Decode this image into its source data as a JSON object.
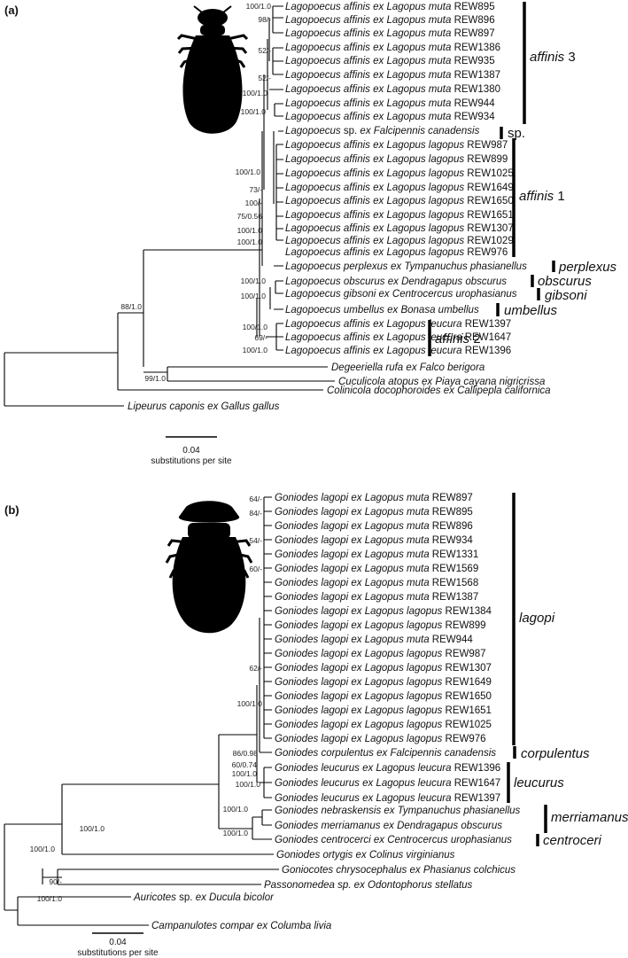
{
  "panel_a": {
    "label": "(a)",
    "scale_value": "0.04",
    "scale_caption": "substitutions per site",
    "leaves": [
      {
        "genus": "Lagopoecus",
        "epithet": "affinis",
        "ex": "ex",
        "host": "Lagopus muta",
        "code": "REW895"
      },
      {
        "genus": "Lagopoecus",
        "epithet": "affinis",
        "ex": "ex",
        "host": "Lagopus muta",
        "code": "REW896"
      },
      {
        "genus": "Lagopoecus",
        "epithet": "affinis",
        "ex": "ex",
        "host": "Lagopus muta",
        "code": "REW897"
      },
      {
        "genus": "Lagopoecus",
        "epithet": "affinis",
        "ex": "ex",
        "host": "Lagopus muta",
        "code": "REW1386"
      },
      {
        "genus": "Lagopoecus",
        "epithet": "affinis",
        "ex": "ex",
        "host": "Lagopus muta",
        "code": "REW935"
      },
      {
        "genus": "Lagopoecus",
        "epithet": "affinis",
        "ex": "ex",
        "host": "Lagopus muta",
        "code": "REW1387"
      },
      {
        "genus": "Lagopoecus",
        "epithet": "affinis",
        "ex": "ex",
        "host": "Lagopus muta",
        "code": "REW1380"
      },
      {
        "genus": "Lagopoecus",
        "epithet": "affinis",
        "ex": "ex",
        "host": "Lagopus muta",
        "code": "REW944"
      },
      {
        "genus": "Lagopoecus",
        "epithet": "affinis",
        "ex": "ex",
        "host": "Lagopus muta",
        "code": "REW934"
      },
      {
        "genus": "Lagopoecus",
        "epithet": "sp.",
        "ex": "ex",
        "host": "Falcipennis canadensis",
        "code": ""
      },
      {
        "genus": "Lagopoecus",
        "epithet": "affinis",
        "ex": "ex",
        "host": "Lagopus lagopus",
        "code": "REW987"
      },
      {
        "genus": "Lagopoecus",
        "epithet": "affinis",
        "ex": "ex",
        "host": "Lagopus lagopus",
        "code": "REW899"
      },
      {
        "genus": "Lagopoecus",
        "epithet": "affinis",
        "ex": "ex",
        "host": "Lagopus lagopus",
        "code": "REW1025"
      },
      {
        "genus": "Lagopoecus",
        "epithet": "affinis",
        "ex": "ex",
        "host": "Lagopus lagopus",
        "code": "REW1649"
      },
      {
        "genus": "Lagopoecus",
        "epithet": "affinis",
        "ex": "ex",
        "host": "Lagopus lagopus",
        "code": "REW1650"
      },
      {
        "genus": "Lagopoecus",
        "epithet": "affinis",
        "ex": "ex",
        "host": "Lagopus lagopus",
        "code": "REW1651"
      },
      {
        "genus": "Lagopoecus",
        "epithet": "affinis",
        "ex": "ex",
        "host": "Lagopus lagopus",
        "code": "REW1307"
      },
      {
        "genus": "Lagopoecus",
        "epithet": "affinis",
        "ex": "ex",
        "host": "Lagopus lagopus",
        "code": "REW1029"
      },
      {
        "genus": "Lagopoecus",
        "epithet": "affinis",
        "ex": "ex",
        "host": "Lagopus lagopus",
        "code": "REW976"
      },
      {
        "genus": "Lagopoecus",
        "epithet": "perplexus",
        "ex": "ex",
        "host": "Tympanuchus phasianellus",
        "code": ""
      },
      {
        "genus": "Lagopoecus",
        "epithet": "obscurus",
        "ex": "ex",
        "host": "Dendragapus obscurus",
        "code": ""
      },
      {
        "genus": "Lagopoecus",
        "epithet": "gibsoni",
        "ex": "ex",
        "host": "Centrocercus urophasianus",
        "code": ""
      },
      {
        "genus": "Lagopoecus",
        "epithet": "umbellus",
        "ex": "ex",
        "host": "Bonasa umbellus",
        "code": ""
      },
      {
        "genus": "Lagopoecus",
        "epithet": "affinis",
        "ex": "ex",
        "host": "Lagopus leucura",
        "code": "REW1397"
      },
      {
        "genus": "Lagopoecus",
        "epithet": "affinis",
        "ex": "ex",
        "host": "Lagopus leucura",
        "code": "REW1647"
      },
      {
        "genus": "Lagopoecus",
        "epithet": "affinis",
        "ex": "ex",
        "host": "Lagopus leucura",
        "code": "REW1396"
      },
      {
        "genus": "Degeeriella",
        "epithet": "rufa",
        "ex": "ex",
        "host": "Falco berigora",
        "code": ""
      },
      {
        "genus": "Cuculicola",
        "epithet": "atopus",
        "ex": "ex",
        "host": "Piaya cayana nigricrissa",
        "code": ""
      },
      {
        "genus": "Colinicola",
        "epithet": "docophoroides",
        "ex": "ex",
        "host": "Callipepla californica",
        "code": ""
      },
      {
        "genus": "Lipeurus",
        "epithet": "caponis",
        "ex": "ex",
        "host": "Gallus gallus",
        "code": ""
      }
    ],
    "clades": [
      {
        "italic": "affinis",
        "roman": " 3"
      },
      {
        "italic": "",
        "roman": "sp."
      },
      {
        "italic": "affinis",
        "roman": " 1"
      },
      {
        "italic": "perplexus",
        "roman": ""
      },
      {
        "italic": "obscurus",
        "roman": ""
      },
      {
        "italic": "gibsoni",
        "roman": ""
      },
      {
        "italic": "umbellus",
        "roman": ""
      },
      {
        "italic": "affinis",
        "roman": " 2"
      }
    ],
    "supports": [
      "100/1.0",
      "98/-",
      "52/-",
      "52/-",
      "100/1.0",
      "100/1.0",
      "100/1.0",
      "73/-",
      "100/-",
      "75/0.56",
      "100/1.0",
      "100/1.0",
      "100/1.0",
      "100/1.0",
      "88/1.0",
      "100/1.0",
      "69/-",
      "100/1.0",
      "99/1.0"
    ]
  },
  "panel_b": {
    "label": "(b)",
    "scale_value": "0.04",
    "scale_caption": "substitutions per site",
    "leaves": [
      {
        "genus": "Goniodes",
        "epithet": "lagopi",
        "ex": "ex",
        "host": "Lagopus muta",
        "code": "REW897"
      },
      {
        "genus": "Goniodes",
        "epithet": "lagopi",
        "ex": "ex",
        "host": "Lagopus muta",
        "code": "REW895"
      },
      {
        "genus": "Goniodes",
        "epithet": "lagopi",
        "ex": "ex",
        "host": "Lagopus muta",
        "code": "REW896"
      },
      {
        "genus": "Goniodes",
        "epithet": "lagopi",
        "ex": "ex",
        "host": "Lagopus muta",
        "code": "REW934"
      },
      {
        "genus": "Goniodes",
        "epithet": "lagopi",
        "ex": "ex",
        "host": "Lagopus muta",
        "code": "REW1331"
      },
      {
        "genus": "Goniodes",
        "epithet": "lagopi",
        "ex": "ex",
        "host": "Lagopus muta",
        "code": "REW1569"
      },
      {
        "genus": "Goniodes",
        "epithet": "lagopi",
        "ex": "ex",
        "host": "Lagopus muta",
        "code": "REW1568"
      },
      {
        "genus": "Goniodes",
        "epithet": "lagopi",
        "ex": "ex",
        "host": "Lagopus muta",
        "code": "REW1387"
      },
      {
        "genus": "Goniodes",
        "epithet": "lagopi",
        "ex": "ex",
        "host": "Lagopus lagopus",
        "code": "REW1384"
      },
      {
        "genus": "Goniodes",
        "epithet": "lagopi",
        "ex": "ex",
        "host": "Lagopus lagopus",
        "code": "REW899"
      },
      {
        "genus": "Goniodes",
        "epithet": "lagopi",
        "ex": "ex",
        "host": "Lagopus muta",
        "code": "REW944"
      },
      {
        "genus": "Goniodes",
        "epithet": "lagopi",
        "ex": "ex",
        "host": "Lagopus lagopus",
        "code": "REW987"
      },
      {
        "genus": "Goniodes",
        "epithet": "lagopi",
        "ex": "ex",
        "host": "Lagopus lagopus",
        "code": "REW1307"
      },
      {
        "genus": "Goniodes",
        "epithet": "lagopi",
        "ex": "ex",
        "host": "Lagopus lagopus",
        "code": "REW1649"
      },
      {
        "genus": "Goniodes",
        "epithet": "lagopi",
        "ex": "ex",
        "host": "Lagopus lagopus",
        "code": "REW1650"
      },
      {
        "genus": "Goniodes",
        "epithet": "lagopi",
        "ex": "ex",
        "host": "Lagopus lagopus",
        "code": "REW1651"
      },
      {
        "genus": "Goniodes",
        "epithet": "lagopi",
        "ex": "ex",
        "host": "Lagopus lagopus",
        "code": "REW1025"
      },
      {
        "genus": "Goniodes",
        "epithet": "lagopi",
        "ex": "ex",
        "host": "Lagopus lagopus",
        "code": "REW976"
      },
      {
        "genus": "Goniodes",
        "epithet": "corpulentus",
        "ex": "ex",
        "host": "Falcipennis canadensis",
        "code": ""
      },
      {
        "genus": "Goniodes",
        "epithet": "leucurus",
        "ex": "ex",
        "host": "Lagopus leucura",
        "code": "REW1396"
      },
      {
        "genus": "Goniodes",
        "epithet": "leucurus",
        "ex": "ex",
        "host": "Lagopus leucura",
        "code": "REW1647"
      },
      {
        "genus": "Goniodes",
        "epithet": "leucurus",
        "ex": "ex",
        "host": "Lagopus leucura",
        "code": "REW1397"
      },
      {
        "genus": "Goniodes",
        "epithet": "nebraskensis",
        "ex": "ex",
        "host": "Tympanuchus phasianellus",
        "code": ""
      },
      {
        "genus": "Goniodes",
        "epithet": "merriamanus",
        "ex": "ex",
        "host": "Dendragapus obscurus",
        "code": ""
      },
      {
        "genus": "Goniodes",
        "epithet": "centrocerci",
        "ex": "ex",
        "host": "Centrocercus urophasianus",
        "code": ""
      },
      {
        "genus": "Goniodes",
        "epithet": "ortygis",
        "ex": "ex",
        "host": "Colinus virginianus",
        "code": ""
      },
      {
        "genus": "Goniocotes",
        "epithet": "chrysocephalus",
        "ex": "ex",
        "host": "Phasianus colchicus",
        "code": ""
      },
      {
        "genus": "Passonomedea",
        "epithet": "sp.",
        "ex": "ex",
        "host": "Odontophorus stellatus",
        "code": ""
      },
      {
        "genus": "Auricotes",
        "epithet": "sp.",
        "ex": "ex",
        "host": "Ducula bicolor",
        "code": ""
      },
      {
        "genus": "Campanulotes",
        "epithet": "compar",
        "ex": "ex",
        "host": "Columba livia",
        "code": ""
      }
    ],
    "clades": [
      {
        "italic": "lagopi",
        "roman": ""
      },
      {
        "italic": "corpulentus",
        "roman": ""
      },
      {
        "italic": "leucurus",
        "roman": ""
      },
      {
        "italic": "merriamanus",
        "roman": ""
      },
      {
        "italic": "centroceri",
        "roman": ""
      }
    ],
    "supports": [
      "64/-",
      "84/-",
      "54/-",
      "60/-",
      "62/-",
      "100/1.0",
      "86/0.98",
      "60/0.74",
      "100/1.0",
      "100/1.0",
      "100/1.0",
      "100/1.0",
      "100/1.0",
      "100/1.0",
      "90/-",
      "100/1.0"
    ]
  }
}
